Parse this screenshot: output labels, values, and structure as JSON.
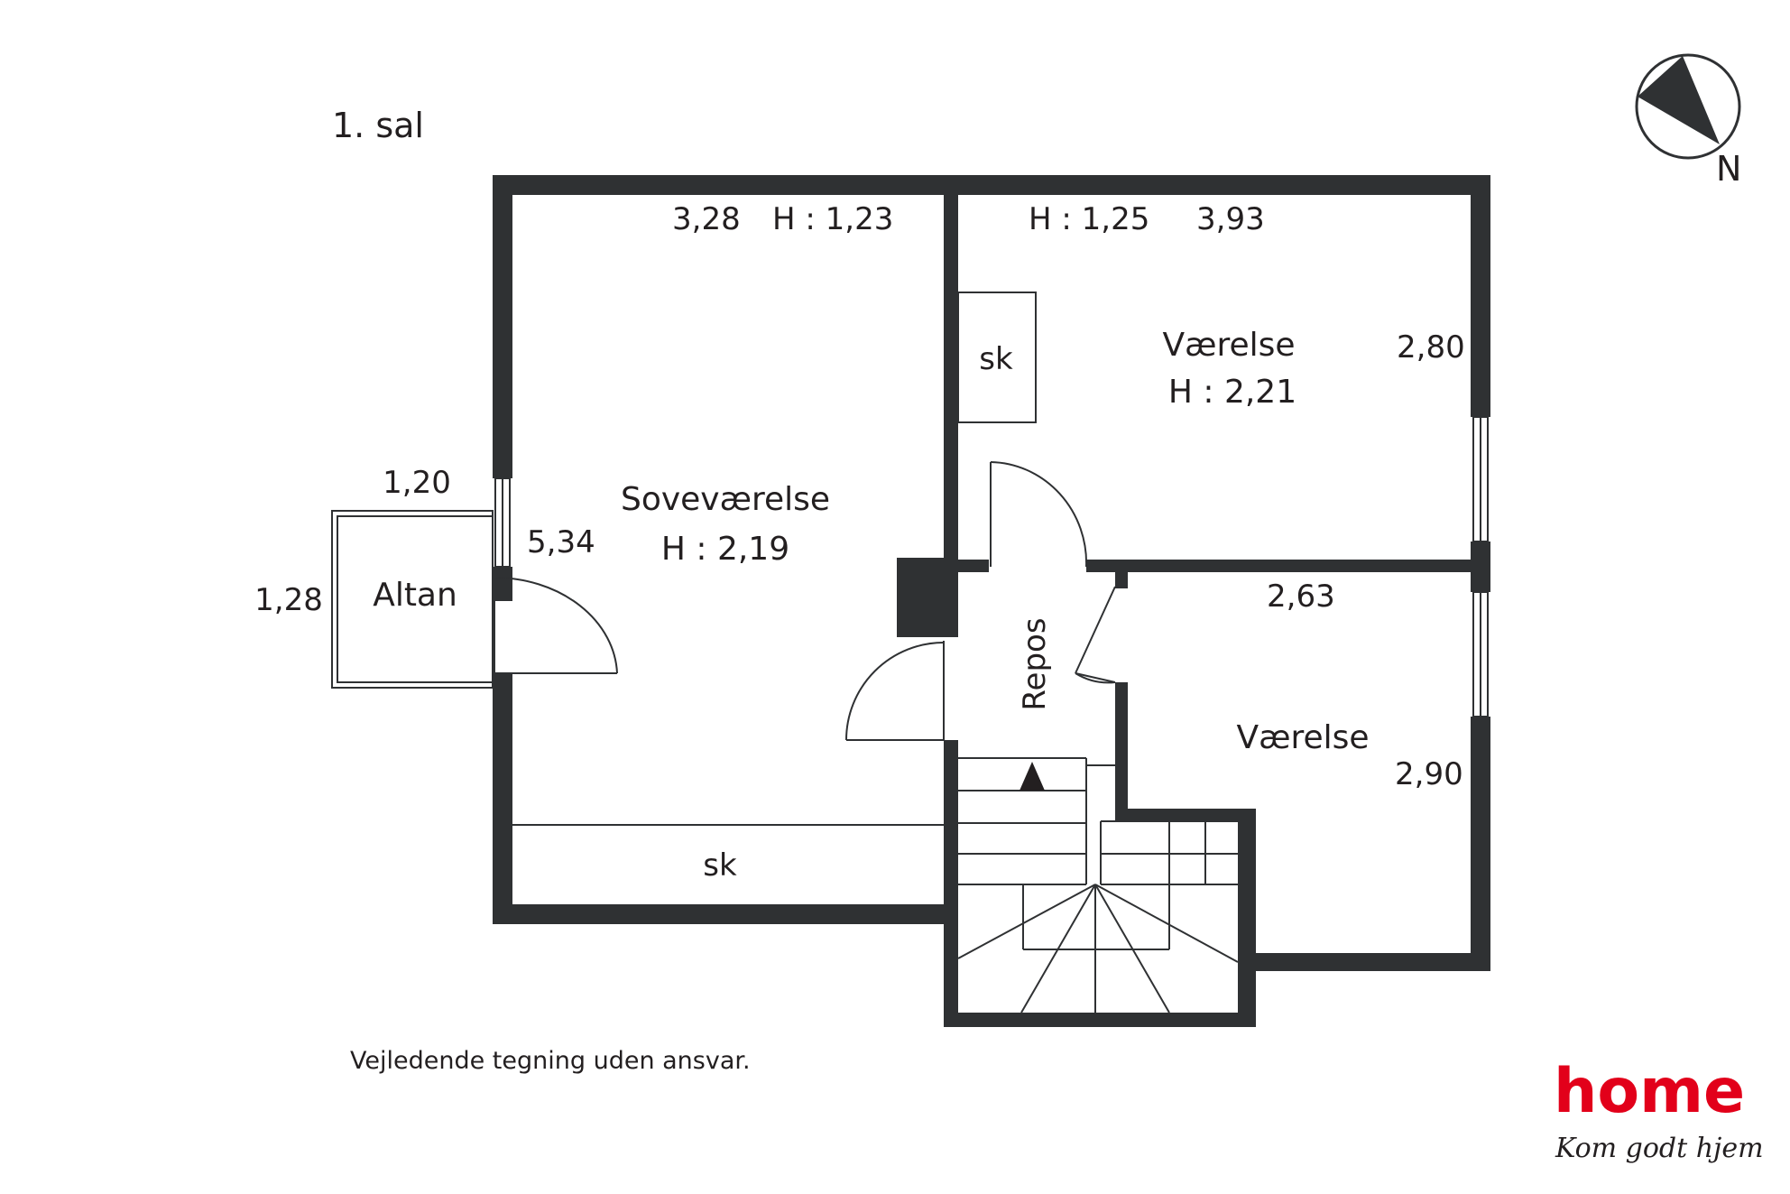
{
  "floor_title": "1. sal",
  "compass_label": "N",
  "rooms": {
    "bedroom": {
      "name": "Soveværelse",
      "height": "H : 2,19",
      "width": "3,28",
      "ceiling": "H : 1,23",
      "length": "5,34"
    },
    "room_north": {
      "name": "Værelse",
      "height": "H : 2,21",
      "ceiling": "H : 1,25",
      "width": "3,93",
      "depth": "2,80"
    },
    "room_south": {
      "name": "Værelse",
      "width": "2,63",
      "depth": "2,90"
    },
    "landing": {
      "name": "Repos"
    },
    "balcony": {
      "name": "Altan",
      "width": "1,20",
      "depth": "1,28"
    },
    "closet_north": {
      "name": "sk"
    },
    "closet_bedroom": {
      "name": "sk"
    }
  },
  "disclaimer": "Vejledende tegning uden ansvar.",
  "logo": {
    "brand": "home",
    "tagline": "Kom godt hjem",
    "color": "#e2001a"
  },
  "colors": {
    "wall": "#2f3133",
    "text": "#231f20"
  }
}
